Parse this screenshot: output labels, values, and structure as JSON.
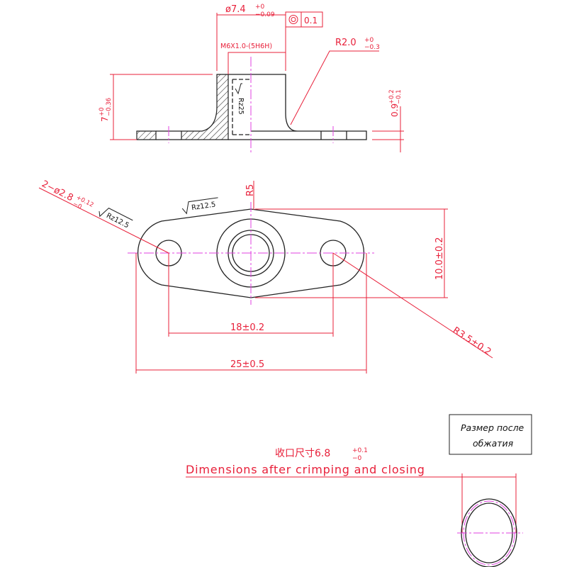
{
  "section_view": {
    "bore_dia": {
      "main": "ø7.4",
      "upper": "+0",
      "lower": "−0.09"
    },
    "concentricity_tolerance": "0.1",
    "concentricity_symbol": "concentricity-icon",
    "thread": "M6X1.0-(5H6H)",
    "fillet_radius": {
      "main": "R2.0",
      "upper": "+0",
      "lower": "−0.3"
    },
    "height": {
      "main": "7",
      "upper": "+0",
      "lower": "−0.36"
    },
    "flange_thickness": {
      "main": "0.9",
      "upper": "+0.2",
      "lower": "−0.1"
    },
    "thread_roughness": "Rz25"
  },
  "plan_view": {
    "holes": {
      "main": "2−ø2.8",
      "upper": "+0.12",
      "lower": "−0"
    },
    "hole_roughness": "Rz12.5",
    "edge_roughness": "Rz12.5",
    "top_radius": "R5",
    "width": "10.0±0.2",
    "hole_spacing": "18±0.2",
    "overall_length": "25±0.5",
    "end_radius": "R3.5±0.2"
  },
  "crimp_note": {
    "chinese": "收口尺寸6.8",
    "upper": "+0.1",
    "lower": "−0",
    "english": "Dimensions after crimping and closing",
    "russian_line1": "Размер после",
    "russian_line2": "обжатия"
  },
  "colors": {
    "dimension": "#e8203a",
    "centerline": "#e040e0",
    "outline": "#222222"
  }
}
